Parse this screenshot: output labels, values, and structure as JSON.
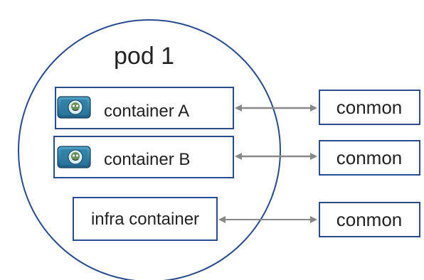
{
  "pod": {
    "title": "pod 1"
  },
  "containers": [
    {
      "label": "container A",
      "icon": "container-icon"
    },
    {
      "label": "container B",
      "icon": "container-icon"
    },
    {
      "label": "infra container",
      "icon": ""
    }
  ],
  "conmon": [
    {
      "label": "conmon"
    },
    {
      "label": "conmon"
    },
    {
      "label": "conmon"
    }
  ],
  "colors": {
    "outline": "#2B4C8C",
    "arrow": "#888888",
    "text": "#222222"
  }
}
